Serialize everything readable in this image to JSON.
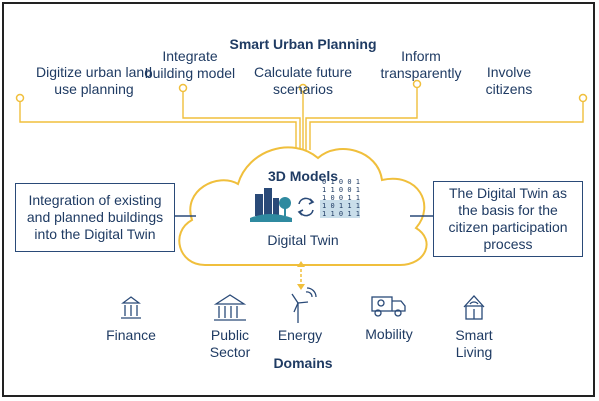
{
  "title": "Smart Urban Planning",
  "goals": [
    "Digitize urban land use planning",
    "Integrate building model",
    "Calculate future scenarios",
    "Inform transparently",
    "Involve citizens"
  ],
  "center": {
    "models_label": "3D Models",
    "twin_label": "Digital Twin",
    "binary": [
      "0 1 0 0 1",
      "1 1 0 0 1",
      "1 0 0 1 1",
      "1 0 1 1 1",
      "1 1 0 1 1"
    ]
  },
  "left_box": "Integration of existing and planned buildings into the Digital Twin",
  "right_box": "The Digital Twin as the basis for the citizen participation process",
  "domains_title": "Domains",
  "domains": [
    {
      "label": "Finance",
      "icon": "bank-icon"
    },
    {
      "label": "Public Sector",
      "icon": "public-building-icon"
    },
    {
      "label": "Energy",
      "icon": "wind-turbine-icon"
    },
    {
      "label": "Mobility",
      "icon": "truck-icon"
    },
    {
      "label": "Smart Living",
      "icon": "smart-house-icon"
    }
  ],
  "colors": {
    "navy": "#1f3b63",
    "gold": "#f0bf3c",
    "teal": "#2f8aa0"
  }
}
